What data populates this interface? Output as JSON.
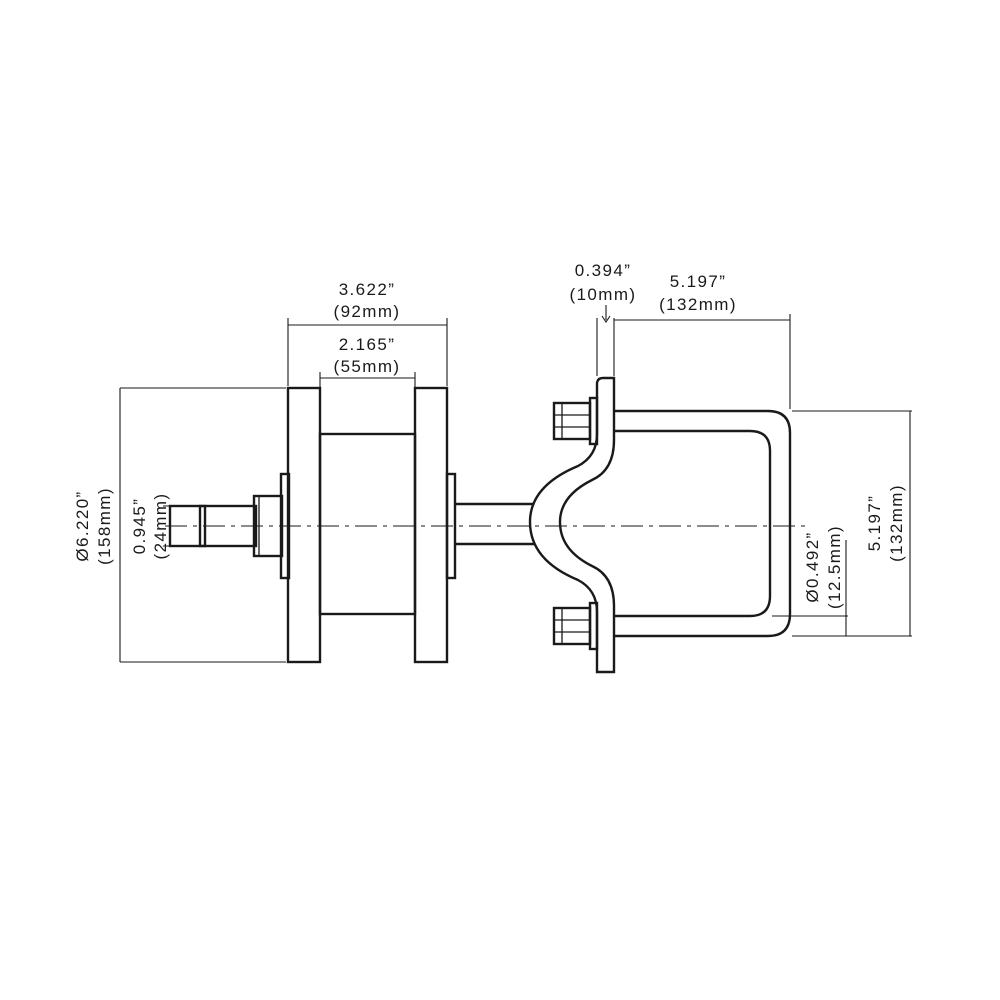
{
  "dimensions": {
    "overall_width": {
      "imperial": "3.622”",
      "metric": "(92mm)"
    },
    "inner_width": {
      "imperial": "2.165”",
      "metric": "(55mm)"
    },
    "plate_thickness": {
      "imperial": "0.394”",
      "metric": "(10mm)"
    },
    "bracket_depth": {
      "imperial": "5.197”",
      "metric": "(132mm)"
    },
    "roller_diameter": {
      "imperial": "Ø6.220”",
      "metric": "(158mm)"
    },
    "shaft_diameter": {
      "imperial": "0.945”",
      "metric": "(24mm)"
    },
    "rod_diameter": {
      "imperial": "Ø0.492”",
      "metric": "(12.5mm)"
    },
    "bracket_height": {
      "imperial": "5.197”",
      "metric": "(132mm)"
    }
  }
}
